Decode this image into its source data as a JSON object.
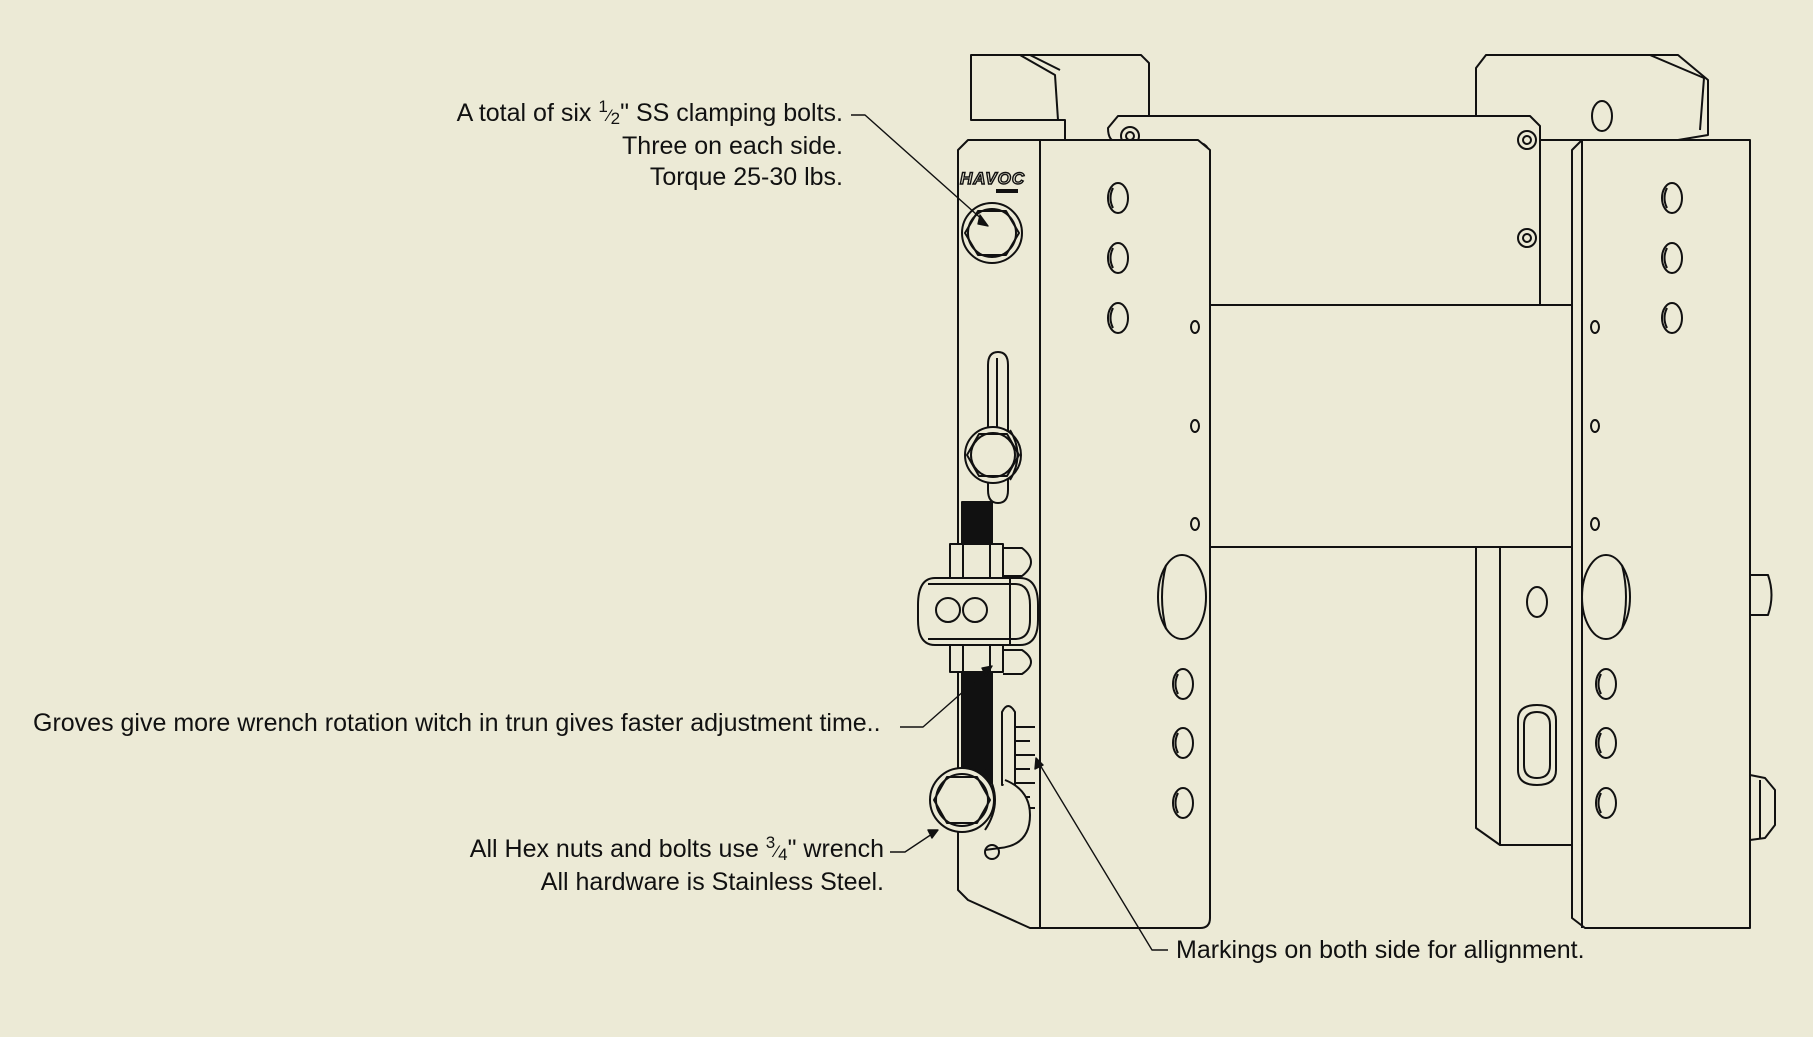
{
  "diagram": {
    "logo_text": "HAVOC",
    "notes": {
      "clamping_bolts": {
        "line1_prefix": "A total of six ",
        "fraction_num": "1",
        "fraction_den": "2",
        "line1_suffix": "\" SS clamping bolts.",
        "line2": "Three on each side.",
        "line3": "Torque 25-30 lbs."
      },
      "groves": {
        "line1": "Groves give more wrench rotation witch in trun gives faster adjustment time.."
      },
      "hex_nuts": {
        "line1_prefix": "All Hex nuts and bolts use ",
        "fraction_num": "3",
        "fraction_den": "4",
        "line1_suffix": "\" wrench",
        "line2": "All hardware is Stainless Steel."
      },
      "markings": {
        "line1": "Markings on both side for allignment."
      }
    }
  },
  "colors": {
    "background": "#ecead6",
    "line": "#111111",
    "thread": "#111111"
  }
}
